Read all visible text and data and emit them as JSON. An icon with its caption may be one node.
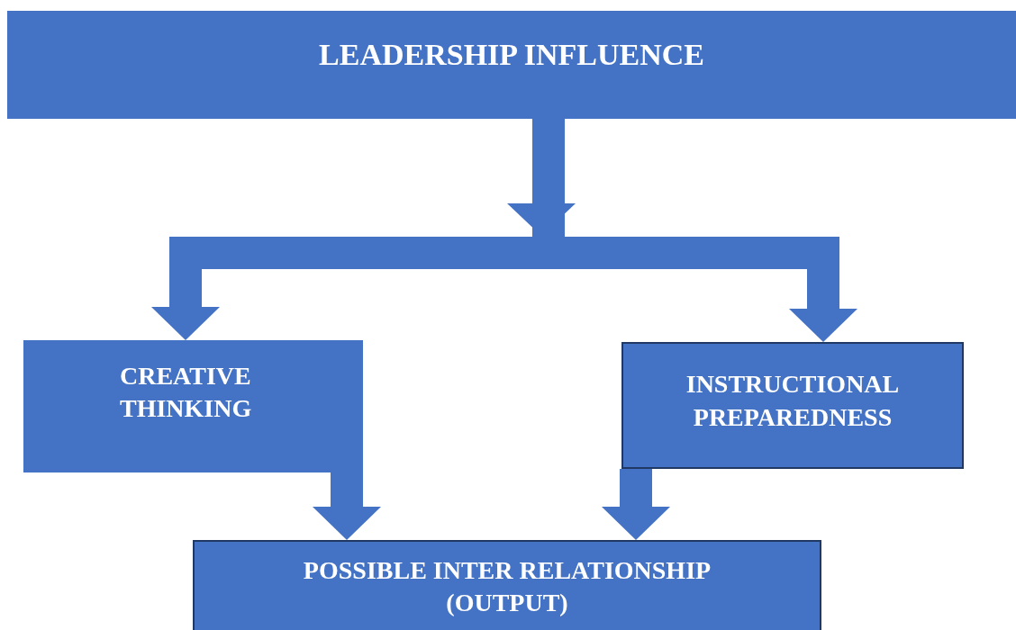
{
  "diagram": {
    "nodes": [
      {
        "text": [
          "LEADERSHIP INFLUENCE"
        ]
      },
      {
        "text": [
          "CREATIVE THINKING"
        ]
      },
      {
        "text": [
          "INSTRUCTIONAL PREPAREDNESS"
        ]
      },
      {
        "text": [
          "POSSIBLE INTER RELATIONSHIP (OUTPUT)"
        ]
      }
    ],
    "edges": [
      {
        "from": 0,
        "to": 1,
        "arrow": "to"
      },
      {
        "from": 0,
        "to": 2,
        "arrow": "to"
      },
      {
        "from": 1,
        "to": 3,
        "arrow": "to"
      },
      {
        "from": 2,
        "to": 3,
        "arrow": "to"
      }
    ]
  }
}
